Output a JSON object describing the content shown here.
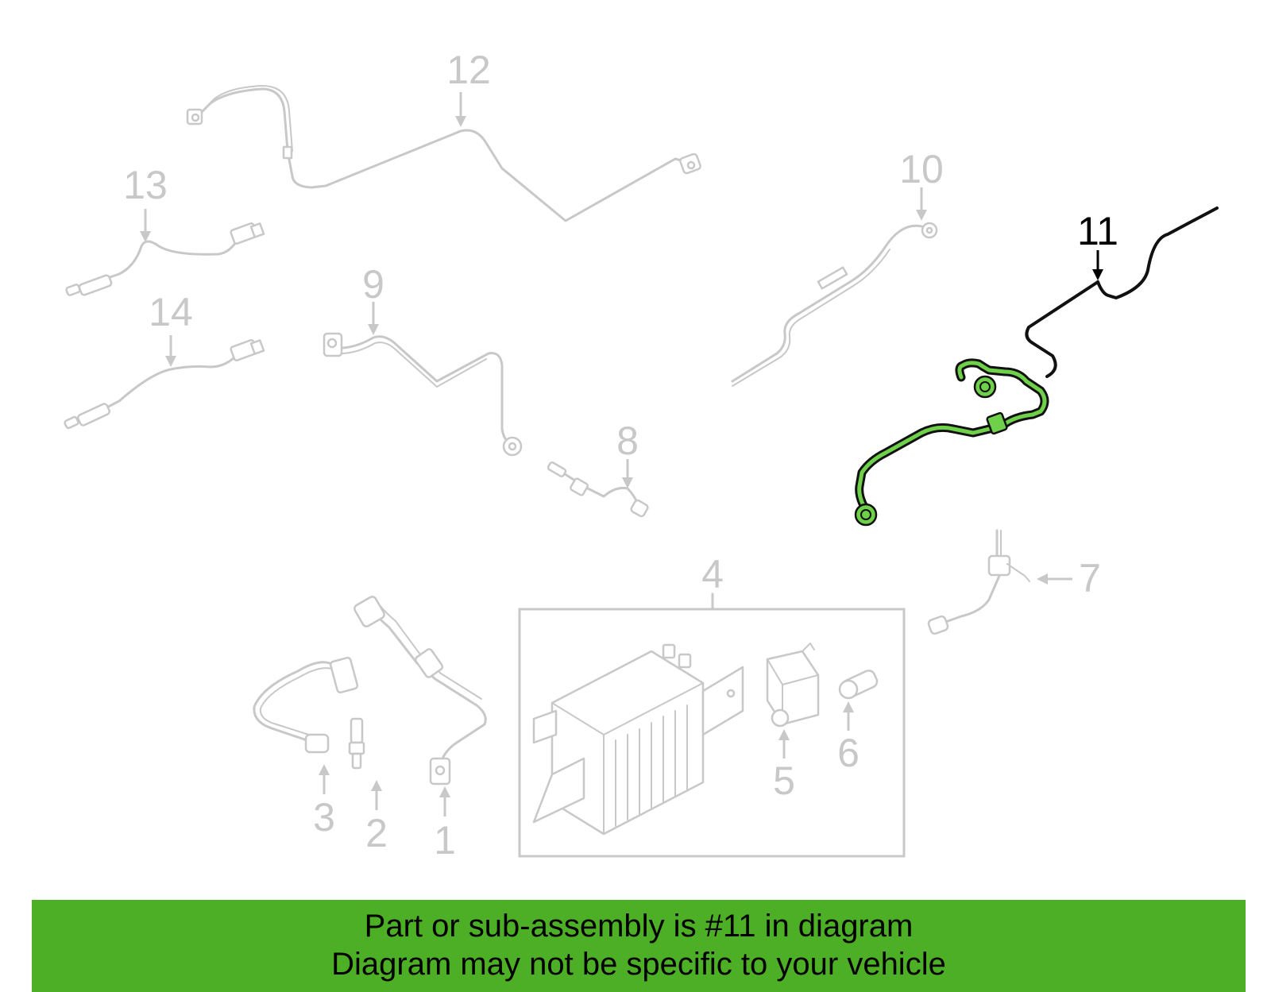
{
  "diagram": {
    "callouts": [
      "1",
      "2",
      "3",
      "4",
      "5",
      "6",
      "7",
      "8",
      "9",
      "10",
      "11",
      "12",
      "13",
      "14"
    ],
    "highlighted_callout": "11",
    "colors": {
      "ghost_part": "#c8c8c8",
      "highlighted_part": "#6fd14a",
      "highlight_outline": "#111111",
      "banner": "#4caf25"
    }
  },
  "banner": {
    "line1": "Part or sub-assembly is #11 in diagram",
    "line2": "Diagram may not be specific to your vehicle"
  }
}
